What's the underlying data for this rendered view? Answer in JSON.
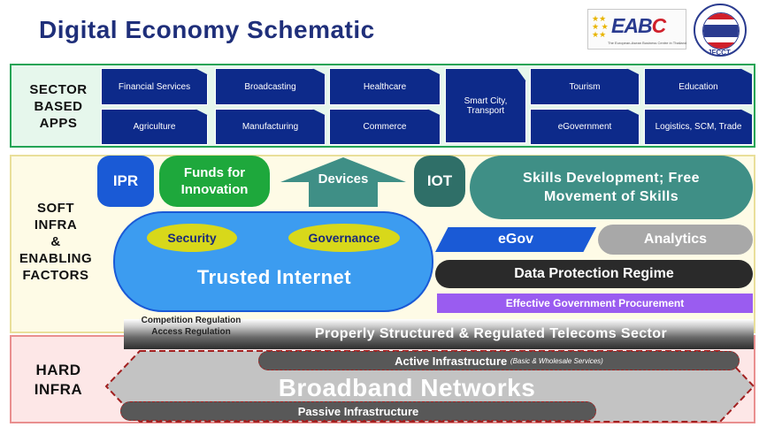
{
  "header": {
    "title": "Digital Economy Schematic"
  },
  "logos": {
    "eabc": {
      "text_main": "EAB",
      "text_accent": "C",
      "subtitle": "The European-Asean Business Centre in Thailand"
    },
    "jfcct": {
      "text": "JFCCT"
    }
  },
  "sector": {
    "label": [
      "SECTOR",
      "BASED",
      "APPS"
    ],
    "apps": {
      "financial": "Financial Services",
      "broadcasting": "Broadcasting",
      "healthcare": "Healthcare",
      "smart_city": "Smart City, Transport",
      "tourism": "Tourism",
      "education": "Education",
      "agriculture": "Agriculture",
      "manufacturing": "Manufacturing",
      "commerce": "Commerce",
      "egovernment": "eGovernment",
      "logistics": "Logistics, SCM, Trade"
    }
  },
  "soft": {
    "label": [
      "SOFT",
      "INFRA",
      "&",
      "ENABLING",
      "FACTORS"
    ],
    "ipr": "IPR",
    "funds": "Funds for Innovation",
    "devices": "Devices",
    "iot": "IOT",
    "skills": "Skills Development; Free Movement of Skills",
    "security": "Security",
    "governance": "Governance",
    "trusted_internet": "Trusted Internet",
    "egov": "eGov",
    "analytics": "Analytics",
    "data_protection": "Data Protection Regime",
    "procurement": "Effective Government Procurement",
    "competition": "Competition Regulation",
    "access": "Access Regulation",
    "telecoms": "Properly Structured & Regulated Telecoms Sector"
  },
  "hard": {
    "label": [
      "HARD",
      "INFRA"
    ],
    "active": "Active Infrastructure",
    "active_note": "(Basic & Wholesale Services)",
    "broadband": "Broadband Networks",
    "passive": "Passive Infrastructure"
  },
  "colors": {
    "title": "#1f2f7a",
    "app_blue": "#0d2a8a",
    "sector_border": "#23a455",
    "soft_border": "#e9df9a",
    "hard_border": "#e98f8f",
    "trusted_blue": "#3c9cf0",
    "yellow": "#d8d81a",
    "green": "#1ea83c",
    "teal": "#3f8f86",
    "dark_teal": "#2f6f68",
    "purple": "#9a5cf0"
  }
}
